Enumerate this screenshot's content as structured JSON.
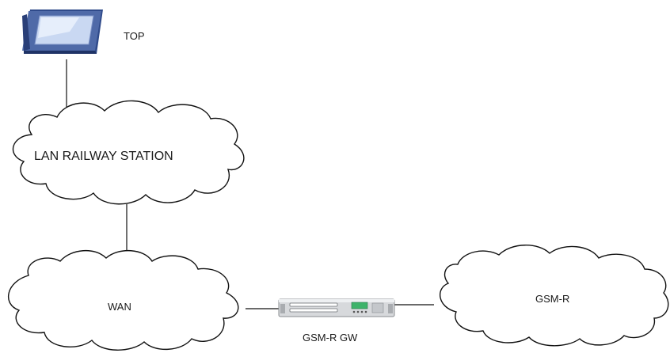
{
  "nodes": {
    "top": {
      "label": "TOP",
      "icon": "touch-panel-terminal-icon"
    },
    "lan": {
      "label": "LAN RAILWAY STATION"
    },
    "wan": {
      "label": "WAN"
    },
    "gateway": {
      "label": "GSM-R GW",
      "icon": "rack-server-gateway-icon"
    },
    "gsmr": {
      "label": "GSM-R"
    }
  },
  "links": [
    {
      "from": "top",
      "to": "lan"
    },
    {
      "from": "lan",
      "to": "wan"
    },
    {
      "from": "wan",
      "to": "gateway"
    },
    {
      "from": "gateway",
      "to": "gsmr"
    }
  ],
  "colors": {
    "terminal_frame": "#4f6aa8",
    "terminal_screen": "#c9d8f2",
    "gateway_panel": "#3db36a"
  }
}
